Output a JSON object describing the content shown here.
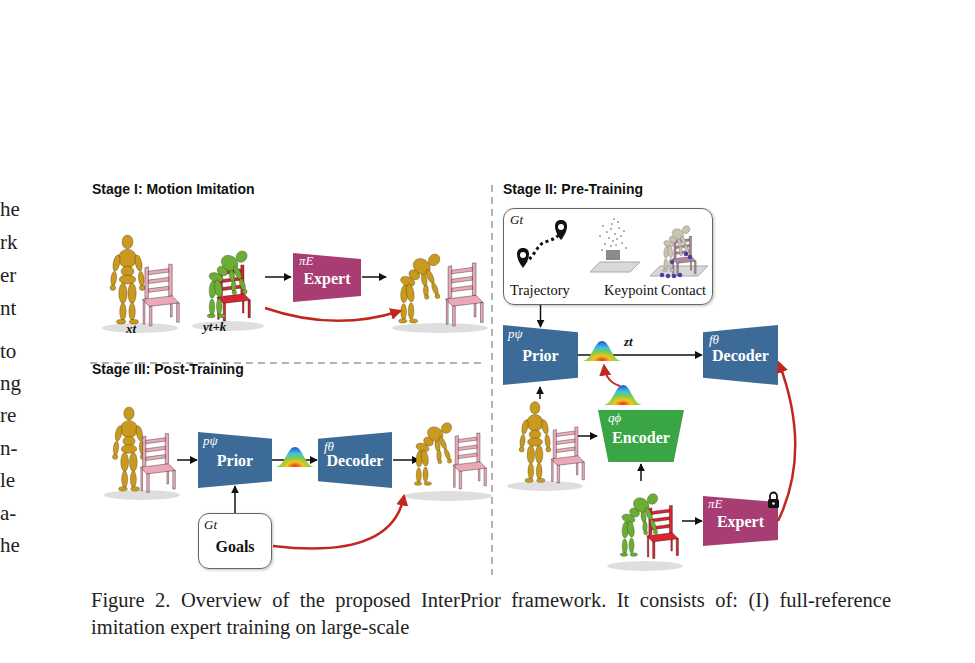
{
  "diagram": {
    "caption": "Figure 2. Overview of the proposed InterPrior framework. It consists of: (I) full-reference imitation expert training on large-scale",
    "nodes": [
      {
        "text": [
          "πE",
          "Expert"
        ]
      },
      {
        "text": [
          "Gt",
          "Trajectory",
          "Keypoint",
          "Contact"
        ]
      },
      {
        "text": [
          "pψ",
          "Prior"
        ]
      },
      {
        "text": [
          "fθ",
          "Decoder"
        ]
      },
      {
        "text": [
          "qϕ",
          "Encoder"
        ]
      },
      {
        "text": [
          "πE",
          "Expert"
        ]
      },
      {
        "text": [
          "pψ",
          "Prior"
        ]
      },
      {
        "text": [
          "fθ",
          "Decoder"
        ]
      },
      {
        "text": [
          "Gt",
          "Goals"
        ]
      }
    ],
    "edges": [
      {
        "from": 1,
        "to": 2,
        "arrow": "to"
      },
      {
        "from": 2,
        "to": 3,
        "label": "zt",
        "arrow": "to"
      },
      {
        "from": 5,
        "to": 3,
        "arrow": "to"
      },
      {
        "from": 6,
        "to": 7,
        "arrow": "to"
      },
      {
        "from": 8,
        "to": 6,
        "arrow": "to"
      }
    ],
    "labels": [
      "Stage I: Motion Imitation",
      "Stage II: Pre-Training",
      "Stage III: Post-Training",
      "xt",
      "yt+k",
      "he",
      "rk",
      "er",
      "nt",
      "to",
      "ng",
      "re",
      "n-",
      "le",
      "a-",
      "he"
    ]
  }
}
